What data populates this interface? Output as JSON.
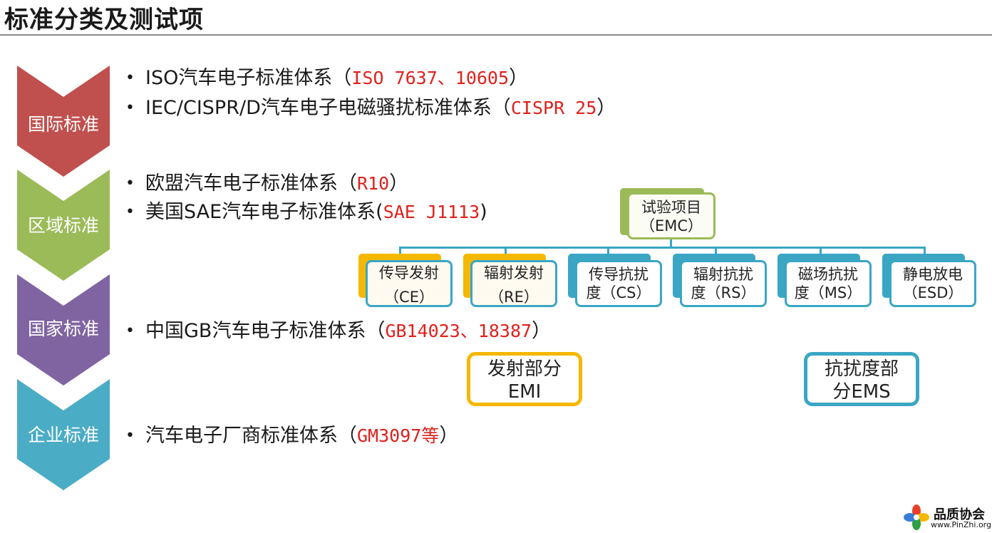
{
  "title": "标准分类及测试项",
  "categories": [
    {
      "label": "国际标准",
      "color": "#c0504d"
    },
    {
      "label": "区域标准",
      "color": "#9bbb59"
    },
    {
      "label": "国家标准",
      "color": "#8064a2"
    },
    {
      "label": "企业标准",
      "color": "#4bacc6"
    }
  ],
  "bullets": [
    {
      "text": "ISO汽车电子标准体系（",
      "red": "ISO 7637、10605",
      "tail": "）"
    },
    {
      "text": "IEC/CISPR/D汽车电子电磁骚扰标准体系（",
      "red": "CISPR 25",
      "tail": "）"
    },
    {
      "text": "欧盟汽车电子标准体系（",
      "red": "R10",
      "tail": "）"
    },
    {
      "text": "美国SAE汽车电子标准体系(",
      "red": "SAE J1113",
      "tail": ")"
    },
    {
      "text": "中国GB汽车电子标准体系（",
      "red": "GB14023、18387",
      "tail": "）"
    },
    {
      "text": "汽车电子厂商标准体系（",
      "red": "GM3097等",
      "tail": "）"
    }
  ],
  "bullet_char": "•",
  "tree": {
    "root": {
      "line1": "试验项目",
      "line2": "（EMC）"
    },
    "children": [
      {
        "line1": "传导发射",
        "line2": "（CE）"
      },
      {
        "line1": "辐射发射",
        "line2": "（RE）"
      },
      {
        "line1": "传导抗扰",
        "line2": "度（CS）"
      },
      {
        "line1": "辐射抗扰",
        "line2": "度（RS）"
      },
      {
        "line1": "磁场抗扰",
        "line2": "度（MS）"
      },
      {
        "line1": "静电放电",
        "line2": "（ESD）"
      }
    ],
    "groups": [
      {
        "line1": "发射部分",
        "line2": "EMI",
        "color": "#f5b800"
      },
      {
        "line1": "抗扰度部",
        "line2": "分EMS",
        "color": "#3aa6c4"
      }
    ]
  },
  "colors": {
    "accent_blue": "#3aa6c4",
    "accent_yellow": "#f5b800",
    "accent_green": "#9bbb59",
    "red_text": "#e0211c"
  },
  "logo": {
    "name": "品质协会",
    "url": "www.PinZhi.org",
    "icon": "flower-logo-icon"
  }
}
